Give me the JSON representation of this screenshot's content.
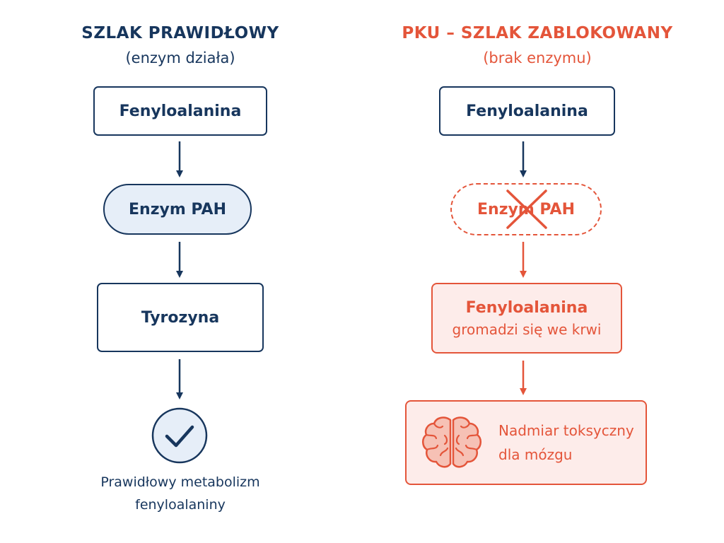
{
  "left": {
    "title": "SZLAK PRAWIDŁOWY",
    "subtitle": "(enzym działa)",
    "step1": "Fenyloalanina",
    "enzyme": "Enzym PAH",
    "product": "Tyrozyna",
    "result_icon": "checkmark-icon",
    "caption_line1": "Prawidłowy metabolizm",
    "caption_line2": "fenyloalaniny"
  },
  "right": {
    "title": "PKU – SZLAK ZABLOKOWANY",
    "subtitle": "(brak enzymu)",
    "step1": "Fenyloalanina",
    "enzyme": "Enzym PAH",
    "accum_title": "Fenyloalanina",
    "accum_sub": "gromadzi się we krwi",
    "result_icon": "brain-icon",
    "result_line1": "Nadmiar toksyczny",
    "result_line2": "dla mózgu"
  },
  "colors": {
    "navy": "#17365d",
    "red": "#e4553a",
    "light_blue": "#e6eef8",
    "light_red": "#fdecea"
  }
}
